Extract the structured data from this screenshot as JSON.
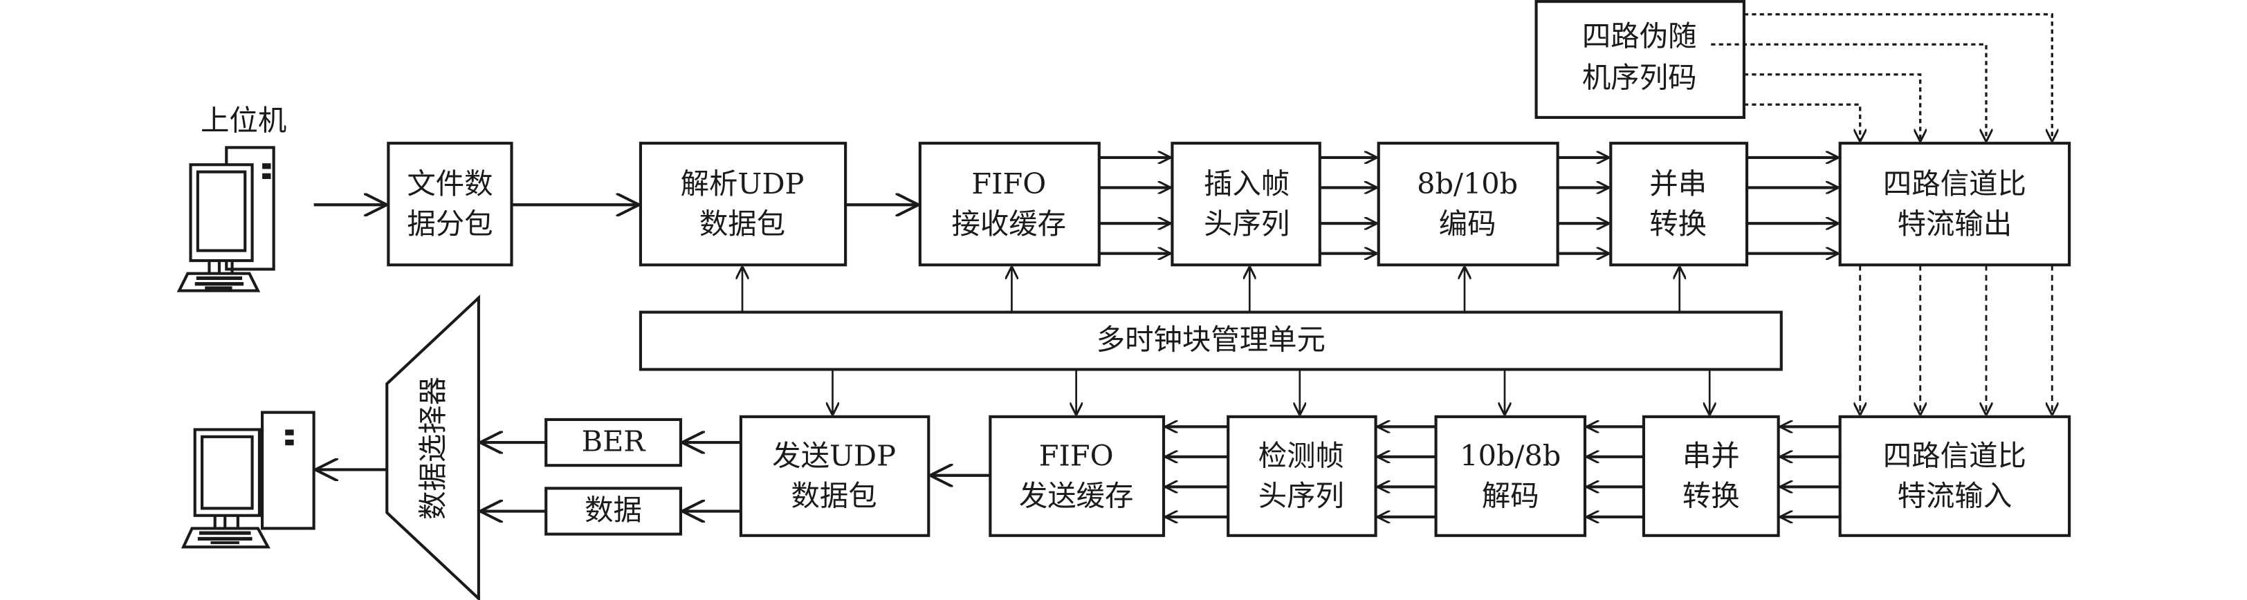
{
  "figure": {
    "type": "system block diagram",
    "host_pc_label": "上位机",
    "blocks": {
      "file_packet": [
        "文件数",
        "据分包"
      ],
      "parse_udp": [
        "解析UDP",
        "数据包"
      ],
      "fifo_rx": [
        "FIFO",
        "接收缓存"
      ],
      "insert_header": [
        "插入帧",
        "头序列"
      ],
      "encoder": [
        "8b/10b",
        "编码"
      ],
      "ps_convert": [
        "并串",
        "转换"
      ],
      "channel_out": [
        "四路信道比",
        "特流输出"
      ],
      "prbs": [
        "四路伪随",
        "机序列码"
      ],
      "clock_unit": "多时钟块管理单元",
      "send_udp": [
        "发送UDP",
        "数据包"
      ],
      "fifo_tx": [
        "FIFO",
        "发送缓存"
      ],
      "detect_header": [
        "检测帧",
        "头序列"
      ],
      "decoder": [
        "10b/8b",
        "解码"
      ],
      "sp_convert": [
        "串并",
        "转换"
      ],
      "channel_in": [
        "四路信道比",
        "特流输入"
      ],
      "ber": "BER",
      "data": "数据",
      "mux": "数据选择器"
    },
    "channels": 4,
    "colors": {
      "stroke": "#1a1a1a",
      "background": "#ffffff"
    }
  }
}
